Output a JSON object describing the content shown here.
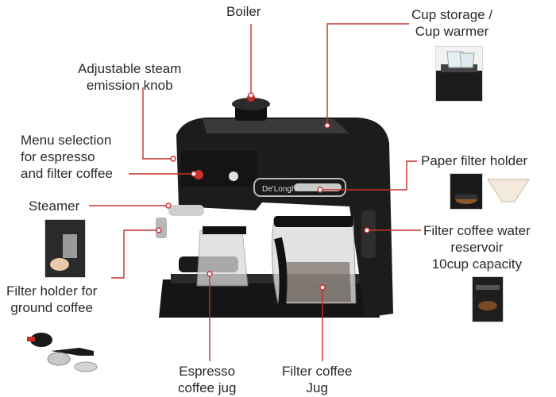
{
  "labels": {
    "boiler": "Boiler",
    "cup_storage": [
      "Cup storage /",
      "Cup warmer"
    ],
    "steam_knob": [
      "Adjustable steam",
      "emission knob"
    ],
    "menu_selection": [
      "Menu selection",
      "for espresso",
      "and filter coffee"
    ],
    "paper_filter": "Paper filter holder",
    "steamer": "Steamer",
    "filter_reservoir": [
      "Filter coffee water",
      "reservoir",
      "10cup capacity"
    ],
    "filter_holder": [
      "Filter holder for",
      "ground coffee"
    ],
    "espresso_jug": [
      "Espresso",
      "coffee jug"
    ],
    "filter_jug": [
      "Filter coffee",
      "Jug"
    ]
  },
  "brand_text": "De'Longhi",
  "colors": {
    "leader_line": "#c9302c",
    "machine_body": "#1c1c1c",
    "chrome": "#b8b8b8"
  }
}
